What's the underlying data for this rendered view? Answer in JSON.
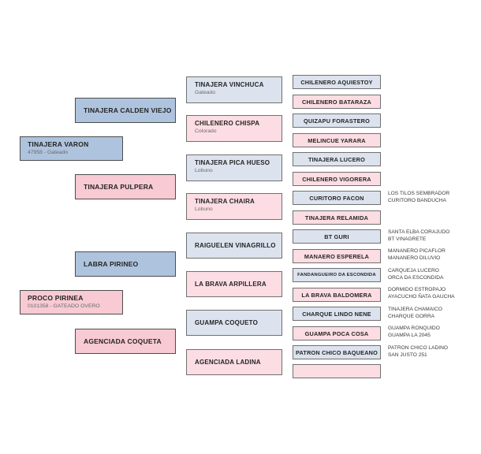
{
  "colors": {
    "male_strong": "#aec3dd",
    "female_strong": "#f8cad3",
    "male_light": "#dce3ee",
    "female_light": "#fcdde3",
    "border_strong": "#4d4d4d",
    "border_light": "#707070",
    "background": "#ffffff"
  },
  "gen1": [
    {
      "name": "TINAJERA VARON",
      "subtitle": "47958 - Gateado"
    },
    {
      "name": "PROCO PIRINEA",
      "subtitle": "0101358 - GATEADO OVERO"
    }
  ],
  "gen2": [
    {
      "name": "TINAJERA CALDEN VIEJO"
    },
    {
      "name": "TINAJERA PULPERA"
    },
    {
      "name": "LABRA PIRINEO"
    },
    {
      "name": "AGENCIADA COQUETA"
    }
  ],
  "gen3": [
    {
      "name": "TINAJERA VINCHUCA",
      "subtitle": "Gateado"
    },
    {
      "name": "CHILENERO CHISPA",
      "subtitle": "Colorado"
    },
    {
      "name": "TINAJERA PICA HUESO",
      "subtitle": "Lobuno"
    },
    {
      "name": "TINAJERA CHAIRA",
      "subtitle": "Lobuno"
    },
    {
      "name": "RAIGUELEN VINAGRILLO"
    },
    {
      "name": "LA BRAVA ARPILLERA"
    },
    {
      "name": "GUAMPA COQUETO"
    },
    {
      "name": "AGENCIADA LADINA"
    }
  ],
  "gen4": [
    {
      "name": "CHILENERO AQUIESTOY"
    },
    {
      "name": "CHILENERO BATARAZA"
    },
    {
      "name": "QUIZAPU FORASTERO"
    },
    {
      "name": "MELINCUE YARARA"
    },
    {
      "name": "TINAJERA LUCERO"
    },
    {
      "name": "CHILENERO VIGORERA"
    },
    {
      "name": "CURITORO FACON"
    },
    {
      "name": "TINAJERA RELAMIDA"
    },
    {
      "name": "BT GURI"
    },
    {
      "name": "MANAERO ESPERELA"
    },
    {
      "name": "FANDANGUEIRO DA ESCONDIDA"
    },
    {
      "name": "LA BRAVA BALDOMERA"
    },
    {
      "name": "CHARQUE LINDO NENE"
    },
    {
      "name": "GUAMPA POCA COSA"
    },
    {
      "name": "PATRON CHICO BAQUEANO"
    },
    {
      "name": ""
    }
  ],
  "gen5": [
    {
      "line1": "LOS TILOS SEMBRADOR",
      "line2": "CURITORO BANDUCHA"
    },
    {
      "line1": "SANTA ELBA CORAJUDO",
      "line2": "BT VINAGRETE"
    },
    {
      "line1": "MANANERO PICAFLOR",
      "line2": "MANANERO DILUVIO"
    },
    {
      "line1": "CARQUEJA LUCERO",
      "line2": "ORCA DA ESCONDIDA"
    },
    {
      "line1": "DORMIDO ESTROPAJO",
      "line2": "AYACUCHO ÑATA GAUCHA"
    },
    {
      "line1": "TINAJERA CHAMAICO",
      "line2": "CHARQUE GORRA"
    },
    {
      "line1": "GUAMPA RONQUIDO",
      "line2": "GUAMPA LA 2045"
    },
    {
      "line1": "PATRON CHICO LADINO",
      "line2": "SAN JUSTO 251"
    }
  ]
}
